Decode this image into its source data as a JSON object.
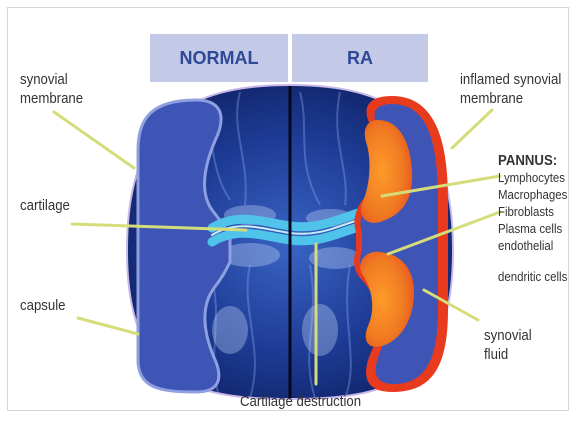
{
  "tabs": {
    "normal": "NORMAL",
    "ra": "RA"
  },
  "labels": {
    "synovial_membrane": [
      "synovial",
      "membrane"
    ],
    "cartilage": "cartilage",
    "capsule": "capsule",
    "inflamed_synovial_membrane": [
      "inflamed synovial",
      "membrane"
    ],
    "pannus_title": "PANNUS:",
    "pannus_items": [
      "Lymphocytes",
      "Macrophages",
      "Fibroblasts",
      "Plasma cells",
      "endothelial"
    ],
    "dendritic_cells": "dendritic cells",
    "synovial_fluid": [
      "synovial",
      "fluid"
    ],
    "cartilage_destruction": "Cartilage destruction"
  },
  "colors": {
    "tab_bg": "#c3c9e6",
    "tab_text": "#2e4a96",
    "synovium_fill": "#3f55b6",
    "synovium_outline": "#8fa0e0",
    "cartilage": "#4fc3ea",
    "inflamed_orange": "#ef7a22",
    "inflamed_red": "#e83a1c",
    "leader_line": "#d5dd7a"
  }
}
